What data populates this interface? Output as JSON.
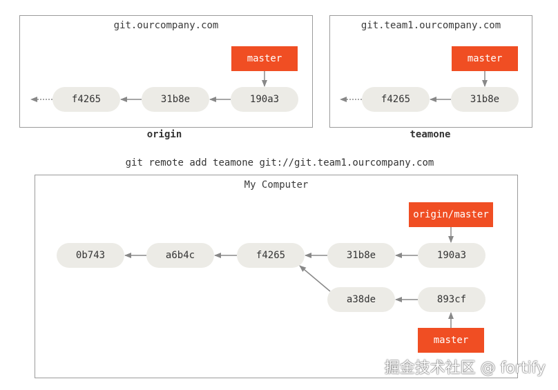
{
  "origin": {
    "title": "git.ourcompany.com",
    "caption": "origin",
    "branch": "master",
    "commits": [
      "f4265",
      "31b8e",
      "190a3"
    ]
  },
  "teamone": {
    "title": "git.team1.ourcompany.com",
    "caption": "teamone",
    "branch": "master",
    "commits": [
      "f4265",
      "31b8e"
    ]
  },
  "command": "git remote add teamone git://git.team1.ourcompany.com",
  "local": {
    "title": "My Computer",
    "remote_branch": "origin/master",
    "local_branch": "master",
    "main_commits": [
      "0b743",
      "a6b4c",
      "f4265",
      "31b8e",
      "190a3"
    ],
    "side_commits": [
      "a38de",
      "893cf"
    ]
  },
  "watermark": "掘金技术社区 @ fortify",
  "colors": {
    "branch": "#f04e23",
    "commit": "#ecebe6",
    "arrow": "#888888",
    "border": "#9a9a9a"
  }
}
